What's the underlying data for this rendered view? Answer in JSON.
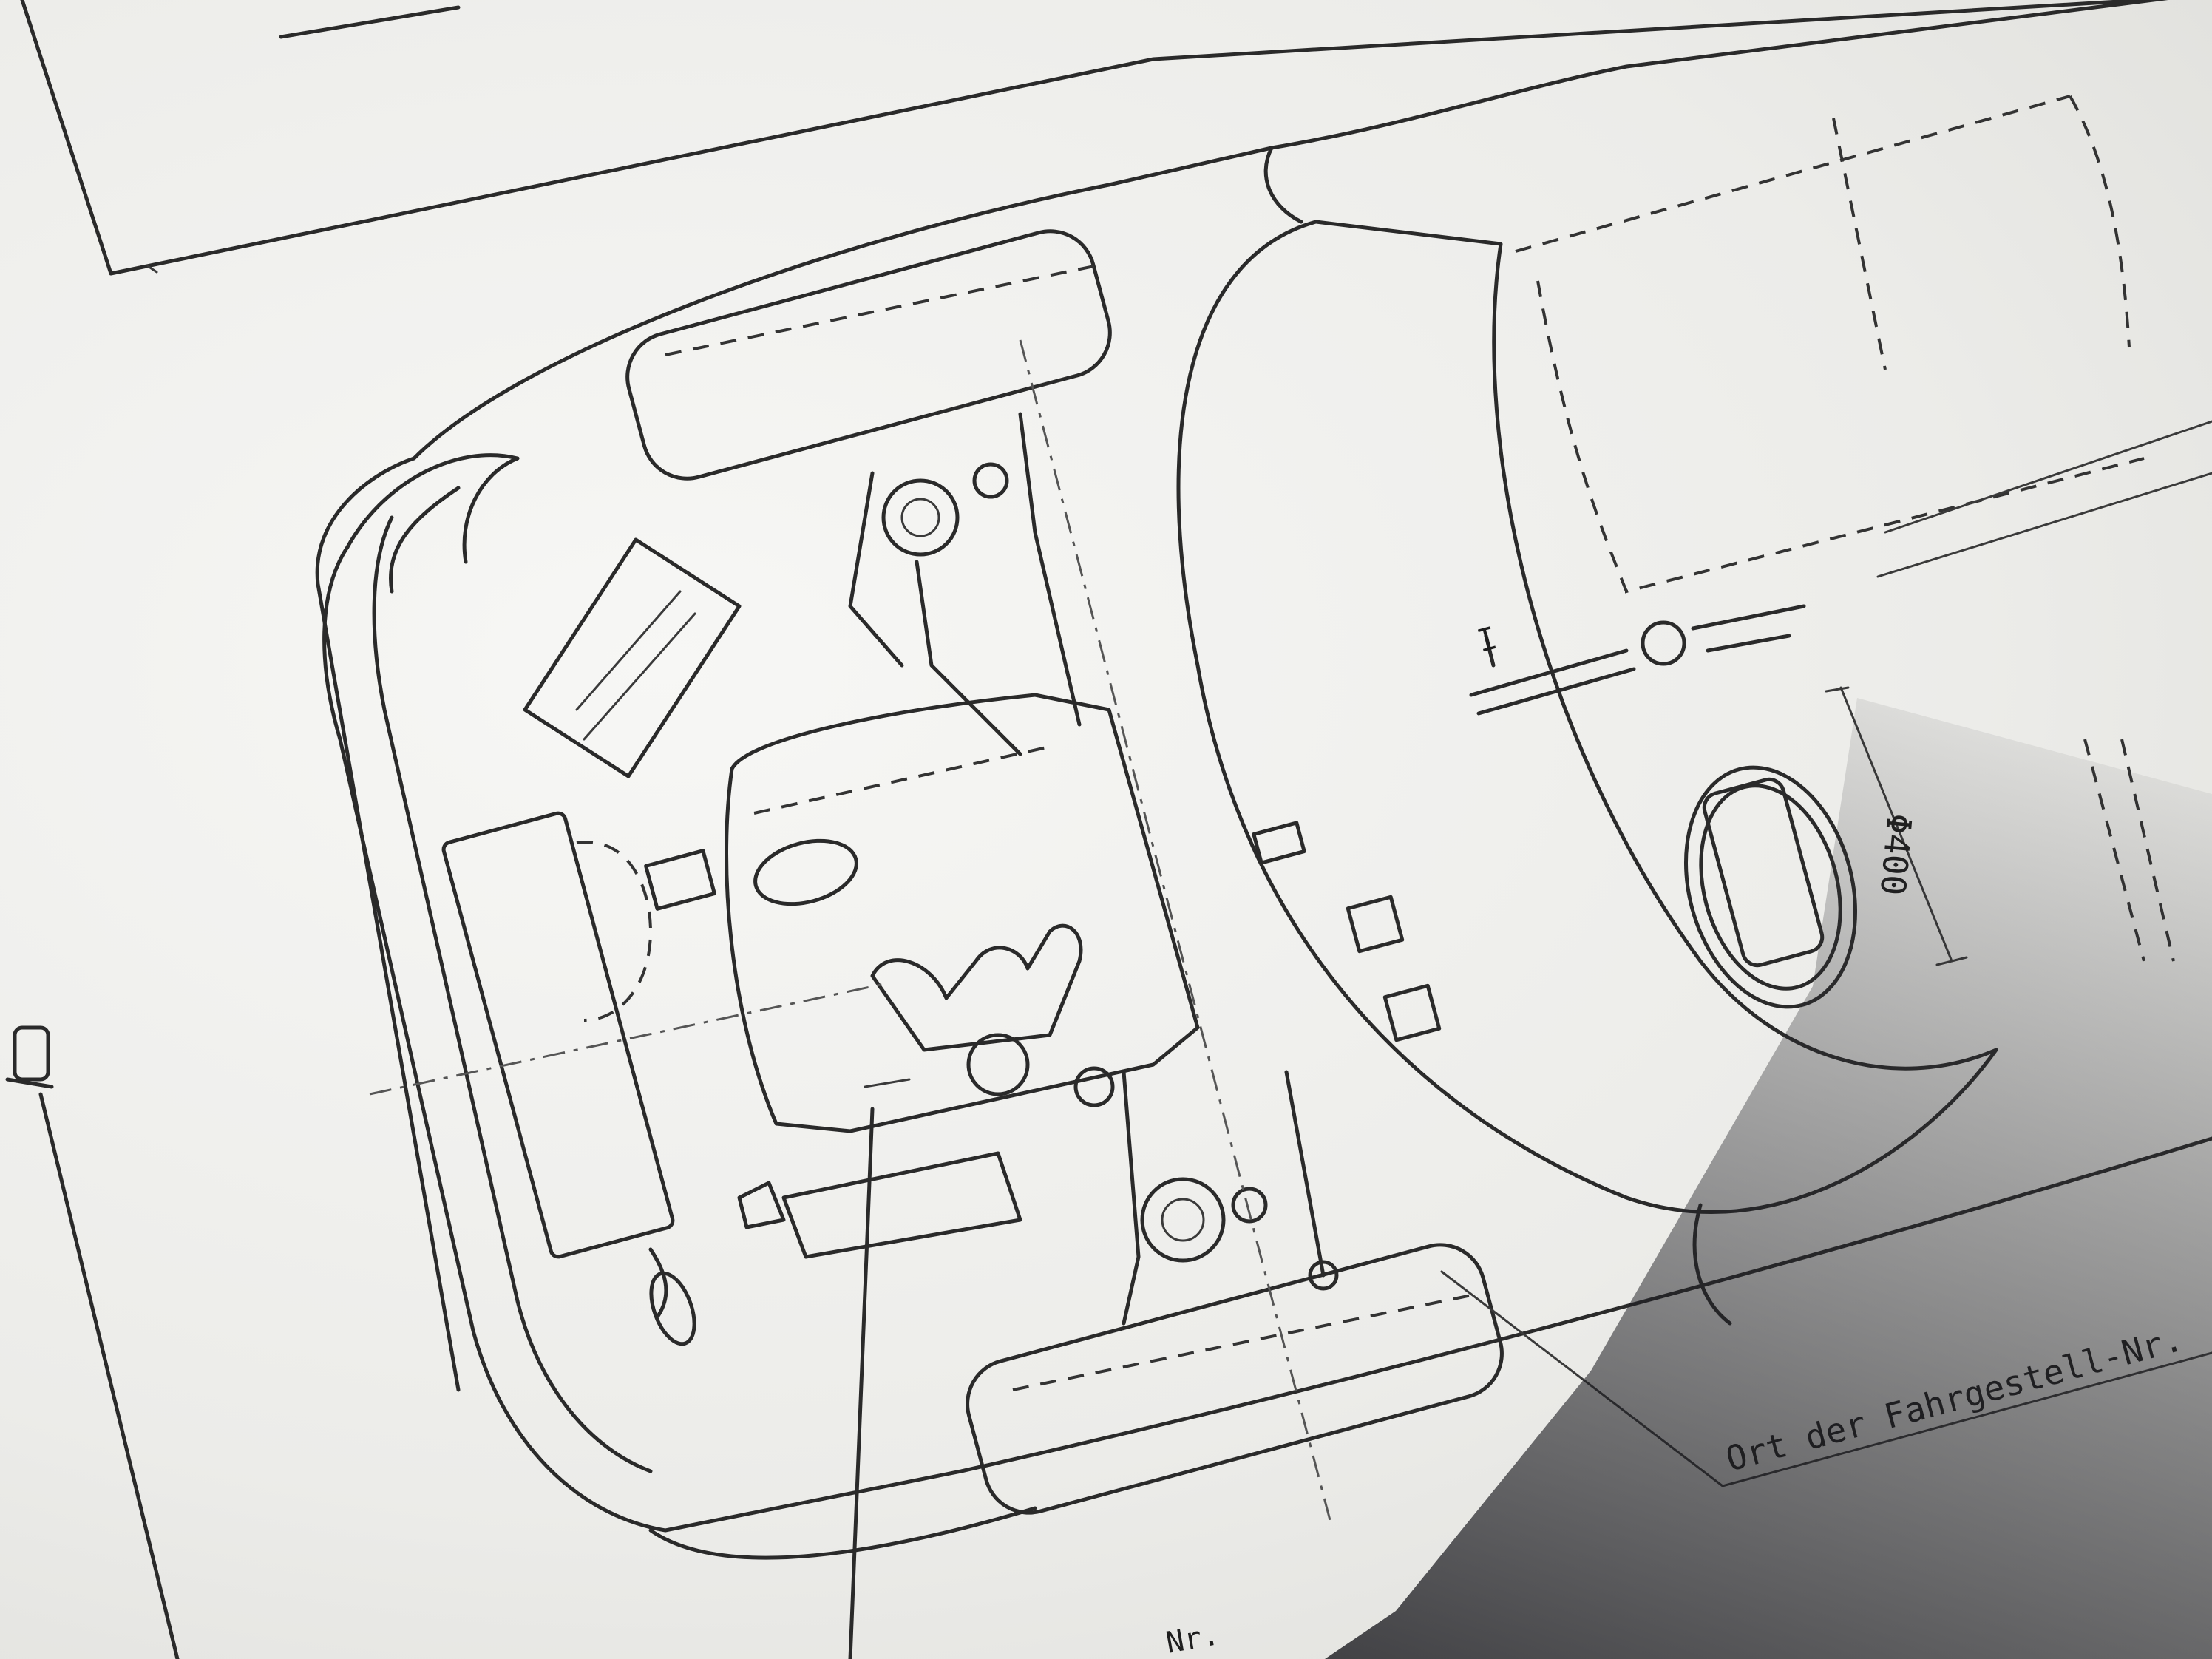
{
  "labels": {
    "diameter": "Φ400",
    "chassis_location": "Ort der Fahrgestell-Nr.",
    "marker_i": "I",
    "partial_nr": "Nr."
  },
  "colors": {
    "paper": "#f3f3f1",
    "ink": "#2a2a2a",
    "shadow": "#1a1a1f"
  }
}
